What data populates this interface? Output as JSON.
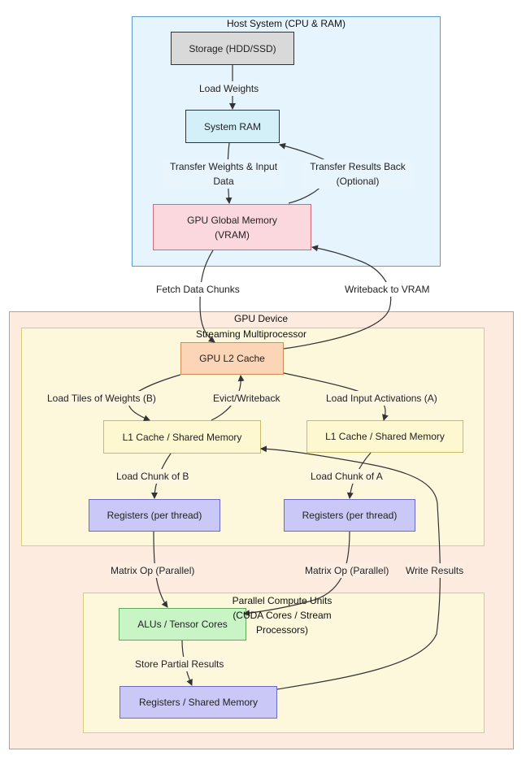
{
  "regions": {
    "host": {
      "title": "Host System (CPU & RAM)",
      "fill": "#e6f5fd",
      "stroke": "#5b9bd5"
    },
    "gpu": {
      "title": "GPU Device",
      "fill": "#fdebe0",
      "stroke": "#d79b6b"
    },
    "sm": {
      "title": "Streaming Multiprocessor",
      "fill": "#fdf7dc",
      "stroke": "#d8cd7a"
    },
    "compute": {
      "title_line1": "Parallel Compute Units",
      "title_line2": "(CUDA Cores / Stream",
      "title_line3": "Processors)",
      "fill": "#fdf7dc",
      "stroke": "#d8cd7a"
    }
  },
  "nodes": {
    "storage": "Storage (HDD/SSD)",
    "system_ram": "System RAM",
    "vram_line1": "GPU Global Memory",
    "vram_line2": "(VRAM)",
    "l2_cache": "GPU L2 Cache",
    "l1_left": "L1 Cache / Shared Memory",
    "l1_right": "L1 Cache / Shared Memory",
    "regs_left": "Registers (per thread)",
    "regs_right": "Registers (per thread)",
    "alus": "ALUs / Tensor Cores",
    "regs_shared": "Registers / Shared Memory"
  },
  "edges": {
    "load_weights": "Load Weights",
    "transfer_line1": "Transfer Weights & Input",
    "transfer_line2": "Data",
    "results_back_line1": "Transfer Results Back",
    "results_back_line2": "(Optional)",
    "fetch_chunks": "Fetch Data Chunks",
    "writeback_vram": "Writeback to VRAM",
    "load_tiles_b": "Load Tiles of Weights (B)",
    "evict_writeback": "Evict/Writeback",
    "load_act_a": "Load Input Activations (A)",
    "load_chunk_b": "Load Chunk of B",
    "load_chunk_a": "Load Chunk of A",
    "matrix_op_left": "Matrix Op (Parallel)",
    "matrix_op_right": "Matrix Op (Parallel)",
    "write_results": "Write Results",
    "store_partial": "Store Partial Results"
  },
  "colors": {
    "storage": "#d9d9d9",
    "system_ram": "#d3f0f8",
    "vram": "#fbd8de",
    "l2": "#fbd5b5",
    "l1": "#fdf8d0",
    "registers": "#c9c8f6",
    "alus": "#c9f5c6",
    "edge": "#333333"
  }
}
